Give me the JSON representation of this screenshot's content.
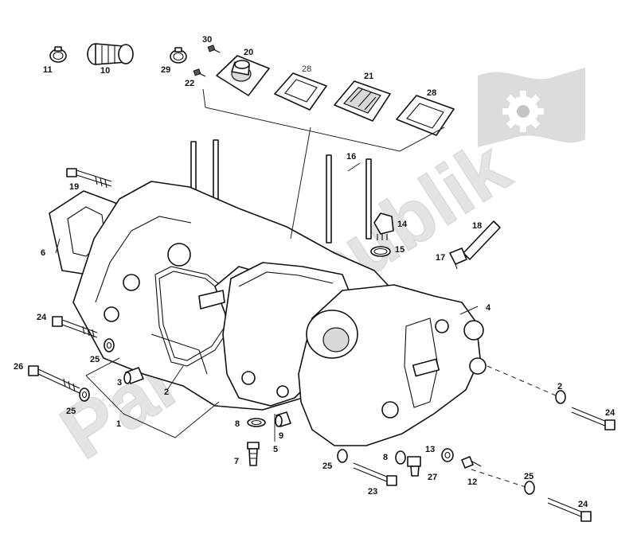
{
  "watermark": {
    "text": "PartsRepublik"
  },
  "colors": {
    "ink": "#111111",
    "watermark": "#c4c4c4",
    "background": "#ffffff"
  },
  "callouts": {
    "c11": "11",
    "c10": "10",
    "c29": "29",
    "c22": "22",
    "c30": "30",
    "c20": "20",
    "c28a": "28",
    "c21": "21",
    "c28b": "28",
    "c19": "19",
    "c16": "16",
    "c14": "14",
    "c15": "15",
    "c18": "18",
    "c17": "17",
    "c6": "6",
    "c4": "4",
    "c24a": "24",
    "c25a": "25",
    "c26": "26",
    "c25b": "25",
    "c3": "3",
    "c2a": "2",
    "c1": "1",
    "c8a": "8",
    "c9": "9",
    "c5": "5",
    "c7": "7",
    "c2b": "2",
    "c24b": "24",
    "c25c": "25",
    "c23": "23",
    "c8b": "8",
    "c27": "27",
    "c13": "13",
    "c12": "12",
    "c25d": "25",
    "c24c": "24"
  }
}
